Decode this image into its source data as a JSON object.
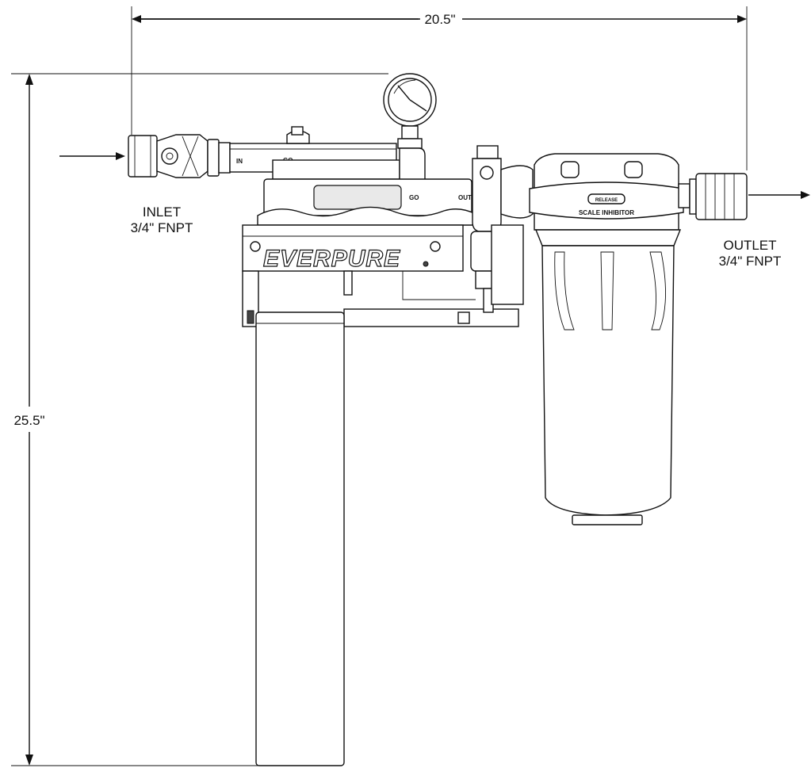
{
  "dimensions": {
    "width": "20.5\"",
    "height": "25.5\""
  },
  "inlet": {
    "title": "INLET",
    "spec": "3/4\" FNPT"
  },
  "outlet": {
    "title": "OUTLET",
    "spec": "3/4\" FNPT"
  },
  "head_markings": {
    "in": "IN",
    "go_upper": "GO",
    "go_lower": "GO",
    "out": "OUT"
  },
  "brand": "EVERPURE",
  "scale_inhibitor": {
    "badge": "RELEASE",
    "label": "SCALE INHIBITOR"
  }
}
